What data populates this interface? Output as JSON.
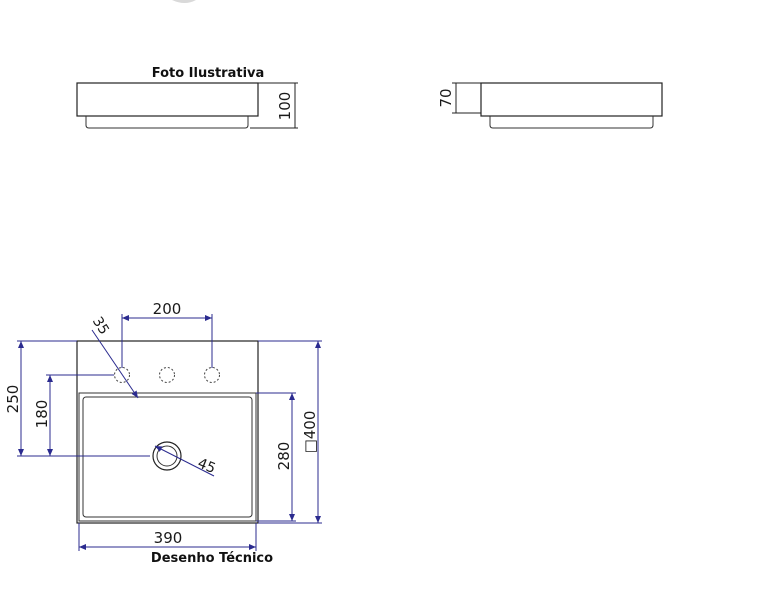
{
  "captions": {
    "photo": "Foto Ilustrativa",
    "technical": "Desenho Técnico"
  },
  "dimensions": {
    "front_height": "100",
    "side_height": "70",
    "hole_spacing": "200",
    "hole_offset": "35",
    "total_depth": "250",
    "drain_position": "180",
    "drain_diameter": "45",
    "bowl_depth": "280",
    "total_width_square": "□400",
    "bowl_width": "390"
  },
  "colors": {
    "outline": "#222222",
    "dimension_line": "#2b2b8f"
  }
}
